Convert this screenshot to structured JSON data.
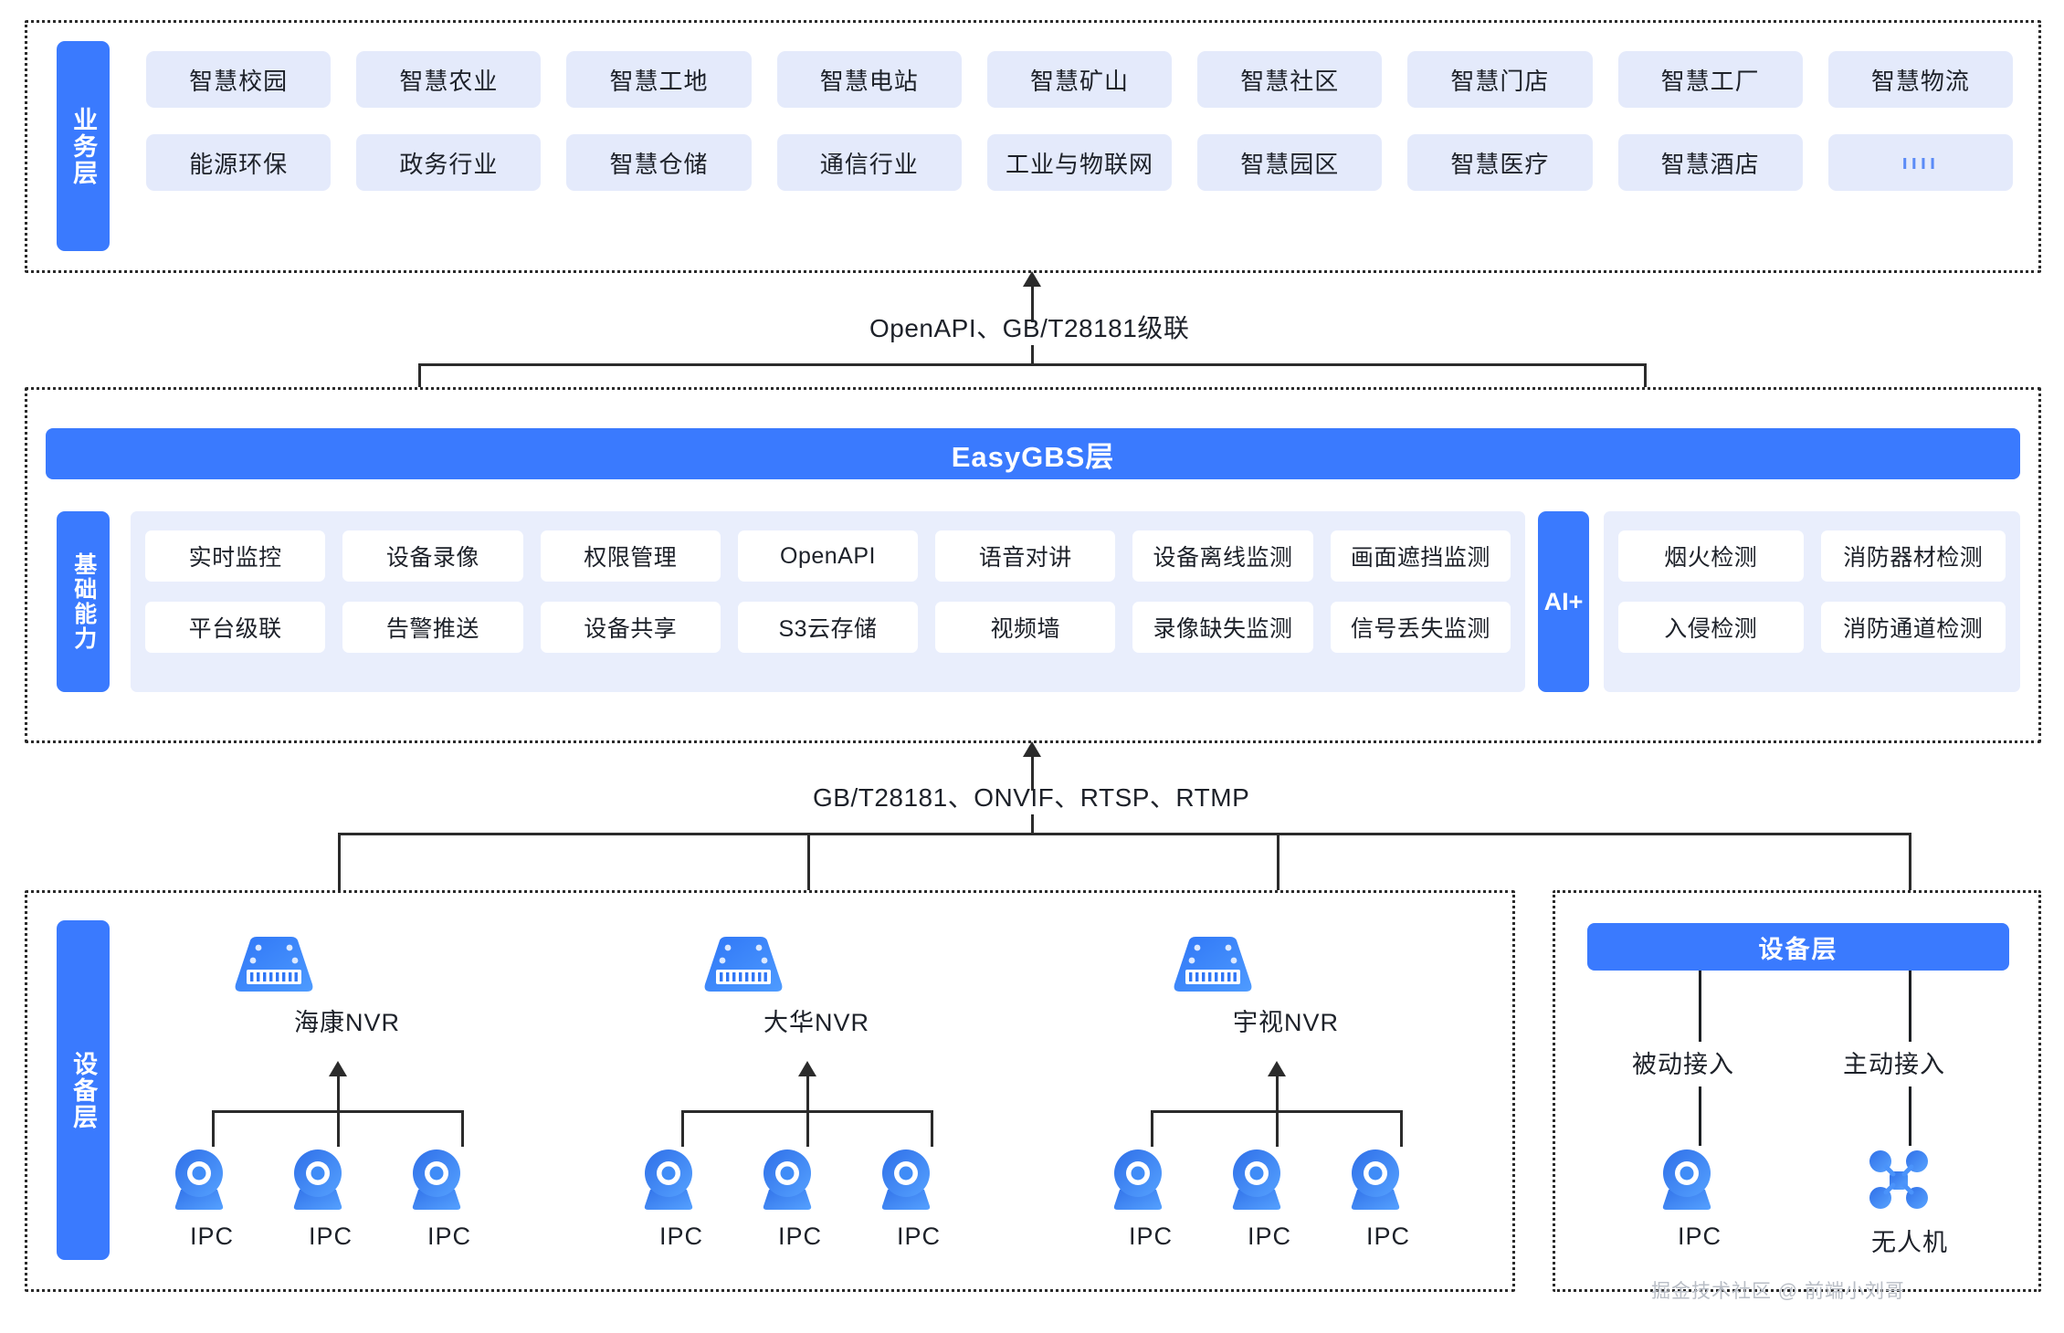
{
  "business_layer": {
    "side_label": "业务层",
    "row1": [
      "智慧校园",
      "智慧农业",
      "智慧工地",
      "智慧电站",
      "智慧矿山",
      "智慧社区",
      "智慧门店",
      "智慧工厂",
      "智慧物流"
    ],
    "row2": [
      "能源环保",
      "政务行业",
      "智慧仓储",
      "通信行业",
      "工业与物联网",
      "智慧园区",
      "智慧医疗",
      "智慧酒店",
      "ıııı"
    ]
  },
  "connector_top": {
    "label": "OpenAPI、GB/T28181级联"
  },
  "gbs_layer": {
    "title": "EasyGBS层",
    "capability_side_label": "基础能力",
    "capability_row1": [
      "实时监控",
      "设备录像",
      "权限管理",
      "OpenAPI",
      "语音对讲",
      "设备离线监测",
      "画面遮挡监测"
    ],
    "capability_row2": [
      "平台级联",
      "告警推送",
      "设备共享",
      "S3云存储",
      "视频墙",
      "录像缺失监测",
      "信号丢失监测"
    ],
    "ai_label": "AI+",
    "ai_row1": [
      "烟火检测",
      "消防器材检测"
    ],
    "ai_row2": [
      "入侵检测",
      "消防通道检测"
    ]
  },
  "connector_bottom": {
    "label": "GB/T28181、ONVIF、RTSP、RTMP"
  },
  "device_layer": {
    "side_label": "设备层",
    "nvr_groups": [
      {
        "name": "海康NVR",
        "cameras": [
          "IPC",
          "IPC",
          "IPC"
        ]
      },
      {
        "name": "大华NVR",
        "cameras": [
          "IPC",
          "IPC",
          "IPC"
        ]
      },
      {
        "name": "宇视NVR",
        "cameras": [
          "IPC",
          "IPC",
          "IPC"
        ]
      }
    ]
  },
  "device_right": {
    "title": "设备层",
    "access_passive": "被动接入",
    "access_active": "主动接入",
    "node_ipc": "IPC",
    "node_drone": "无人机"
  },
  "watermark": "掘金技术社区 @ 前端小刘哥",
  "colors": {
    "brand_blue": "#3a7afe",
    "chip_blue": "#e4eafb",
    "panel_blue": "#e9eefc",
    "line_dark": "#2b2b2b"
  }
}
